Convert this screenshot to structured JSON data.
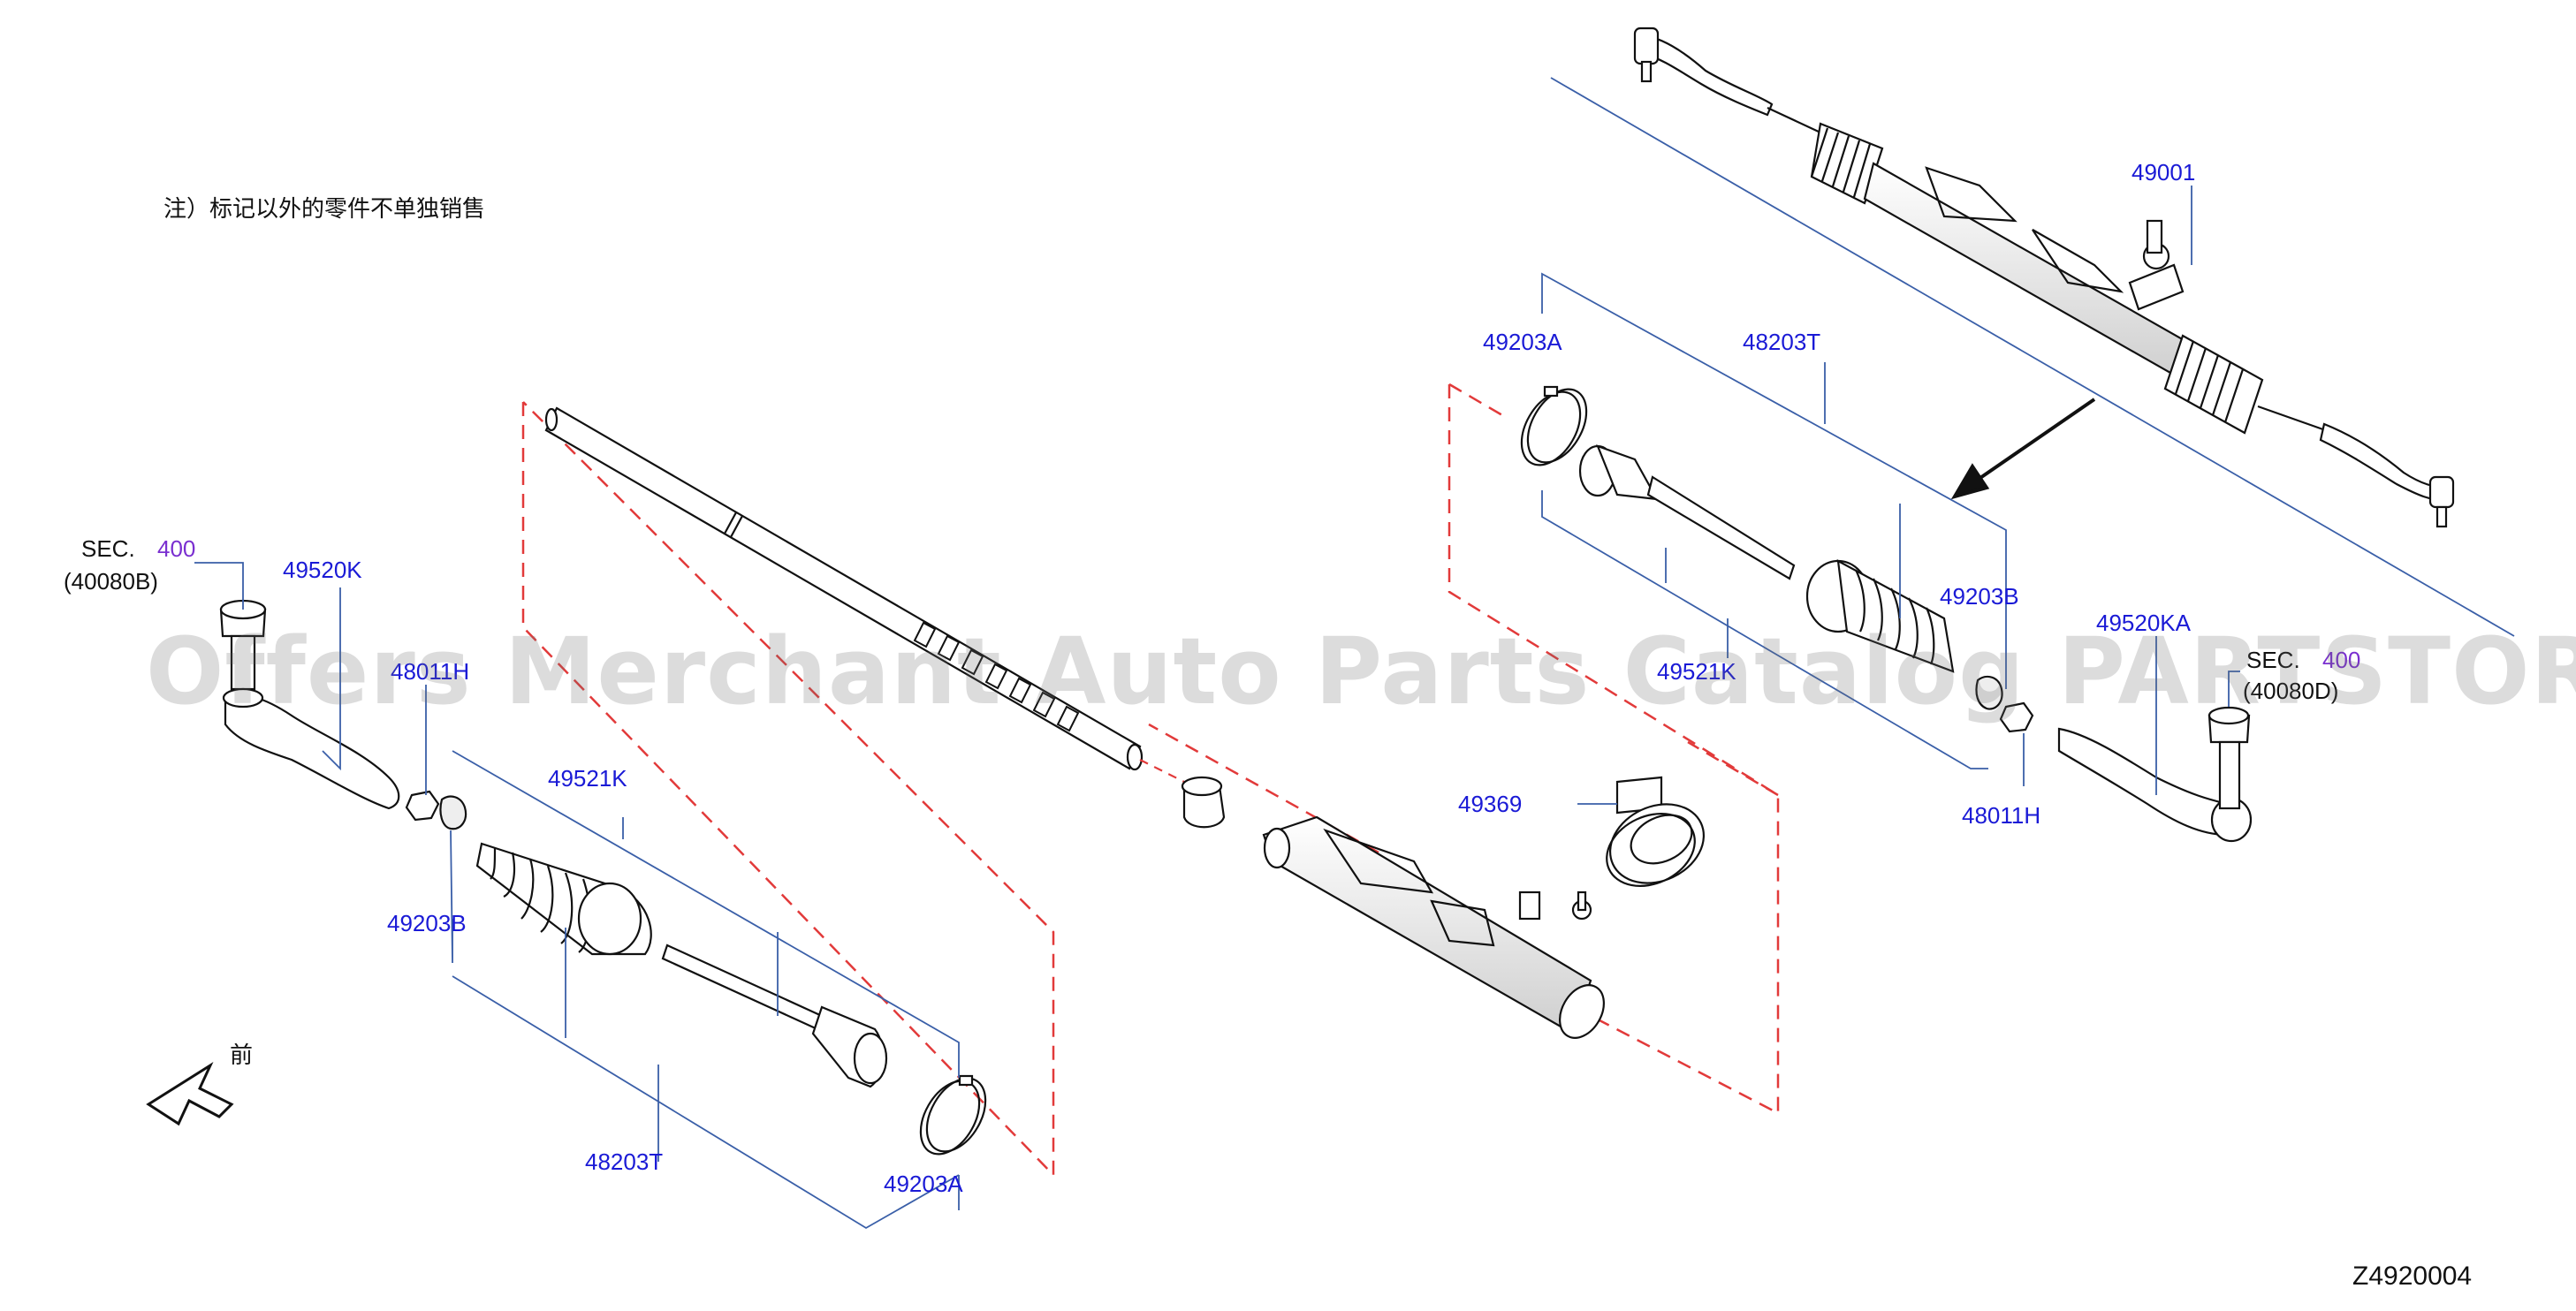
{
  "note": "注）标记以外的零件不单独销售",
  "front_label": "前",
  "diagram_code": "Z4920004",
  "watermark": "Offers Merchant Auto Parts Catalog PARTSTORE.SA",
  "sec_left": {
    "sec": "SEC.",
    "num": "400",
    "ref": "(40080B)"
  },
  "sec_right": {
    "sec": "SEC.",
    "num": "400",
    "ref": "(40080D)"
  },
  "left_parts": {
    "tie_rod_end": "49520K",
    "nut": "48011H",
    "clip_b": "49203B",
    "boot_kit": "49521K",
    "inner_rod": "48203T",
    "clip_a": "49203A"
  },
  "right_parts": {
    "gear_assembly": "49001",
    "clip_a": "49203A",
    "inner_rod": "48203T",
    "clip_b": "49203B",
    "boot_kit": "49521K",
    "tie_rod_end": "49520KA",
    "nut": "48011H"
  },
  "center_parts": {
    "seal": "49369"
  },
  "colors": {
    "label": "#1a1ad6",
    "callout_line": "#3a5fa8",
    "dashed_frame": "#e23a3a",
    "sec_number": "#7a2fd0"
  }
}
